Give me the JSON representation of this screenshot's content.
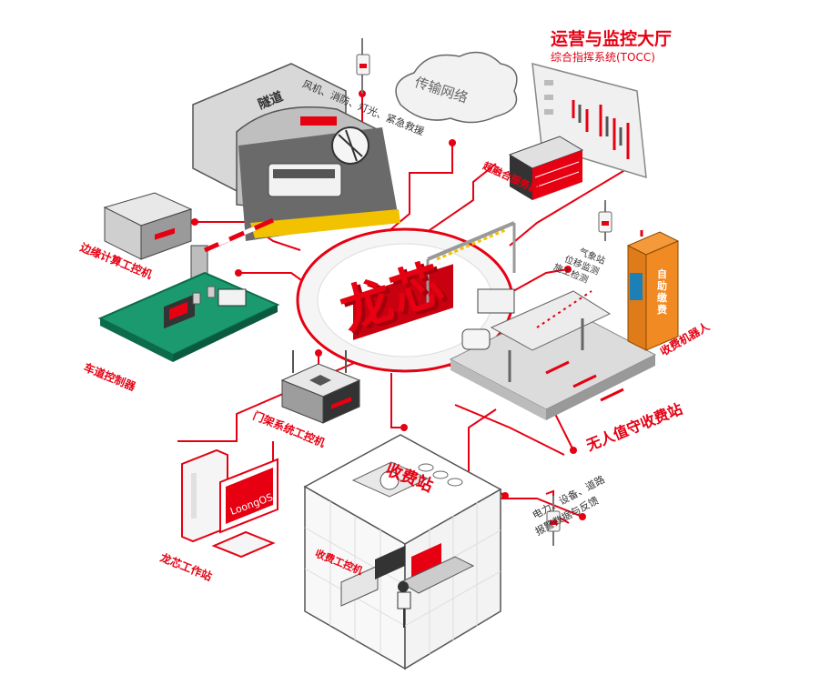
{
  "colors": {
    "accent": "#e60012",
    "line": "#e60012",
    "gray": "#8a8a8a",
    "dark": "#333333"
  },
  "center": {
    "title": "龙芯"
  },
  "labels": {
    "tunnel": "隧道",
    "tunnel_sub": "风机、消防、灯光、紧急救援",
    "network": "传输网络",
    "tocc_title": "运营与监控大厅",
    "tocc_sub": "综合指挥系统(TOCC)",
    "fusion_server": "超融合服务器",
    "edge_computer": "边缘计算工控机",
    "lane_controller": "车道控制器",
    "weather": "气象站",
    "weather_sub1": "位移监测",
    "weather_sub2": "施工检测",
    "self_service": "自助缴费",
    "toll_robot": "收费机器人",
    "unmanned_station": "无人值守收费站",
    "gantry_pc": "门架系统工控机",
    "workstation": "龙芯工作站",
    "loongos": "LoongOS",
    "toll_station": "收费站",
    "toll_pc": "收费工控机",
    "power_line1": "电力、设备、道路",
    "power_line2": "报警数据与反馈"
  }
}
